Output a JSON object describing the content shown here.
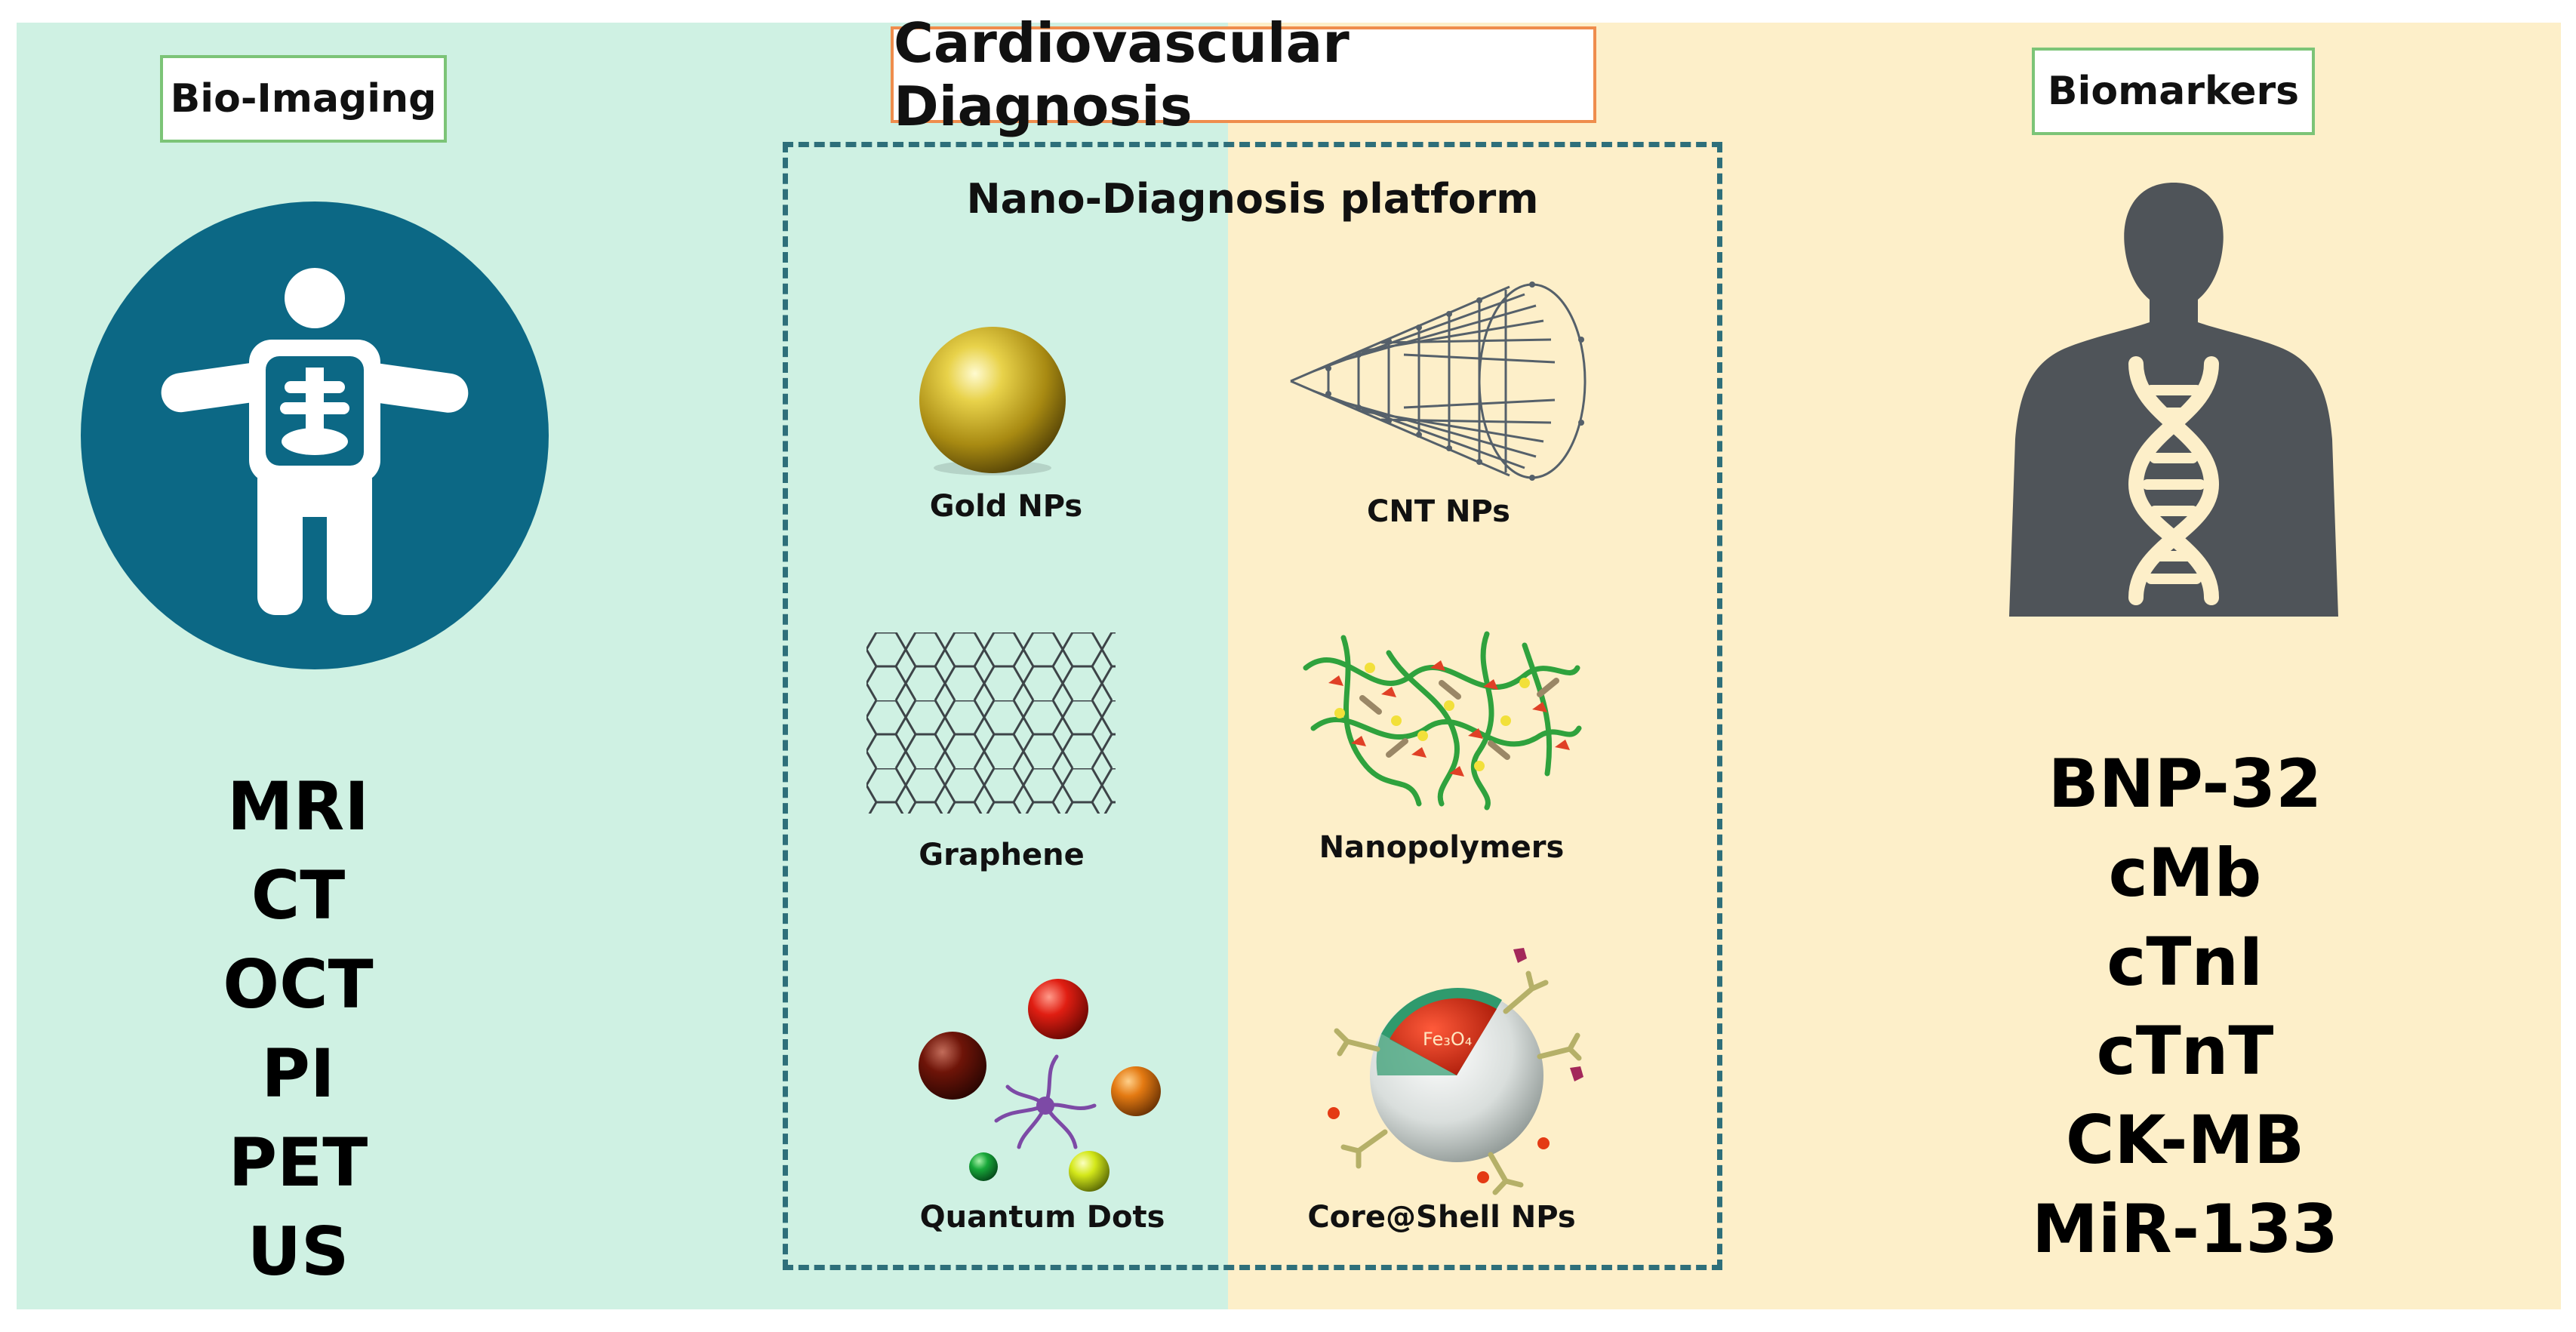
{
  "title": "Cardiovascular Diagnosis",
  "bio_imaging": {
    "heading": "Bio-Imaging",
    "icon": "body-xray-icon",
    "techniques": [
      "MRI",
      "CT",
      "OCT",
      "PI",
      "PET",
      "US"
    ]
  },
  "platform": {
    "heading": "Nano-Diagnosis platform",
    "items": [
      {
        "label": "Gold NPs",
        "icon": "gold-sphere-icon"
      },
      {
        "label": "CNT NPs",
        "icon": "carbon-nanotube-icon"
      },
      {
        "label": "Graphene",
        "icon": "graphene-lattice-icon"
      },
      {
        "label": "Nanopolymers",
        "icon": "nanopolymer-network-icon"
      },
      {
        "label": "Quantum Dots",
        "icon": "quantum-dots-icon"
      },
      {
        "label": "Core@Shell NPs",
        "icon": "core-shell-np-icon",
        "core_text": "Fe₃O₄"
      }
    ]
  },
  "biomarkers": {
    "heading": "Biomarkers",
    "icon": "human-dna-icon",
    "items": [
      "BNP-32",
      "cMb",
      "cTnI",
      "cTnT",
      "CK-MB",
      "MiR-133"
    ]
  },
  "colors": {
    "left_bg": "#cff1e3",
    "right_bg": "#fdefc9",
    "circle": "#0c6885",
    "silhouette": "#4f5459",
    "dna": "#fdefc9",
    "frame": "#2e6f7a",
    "title_border": "#ef8d4d",
    "label_border": "#7cc477"
  }
}
